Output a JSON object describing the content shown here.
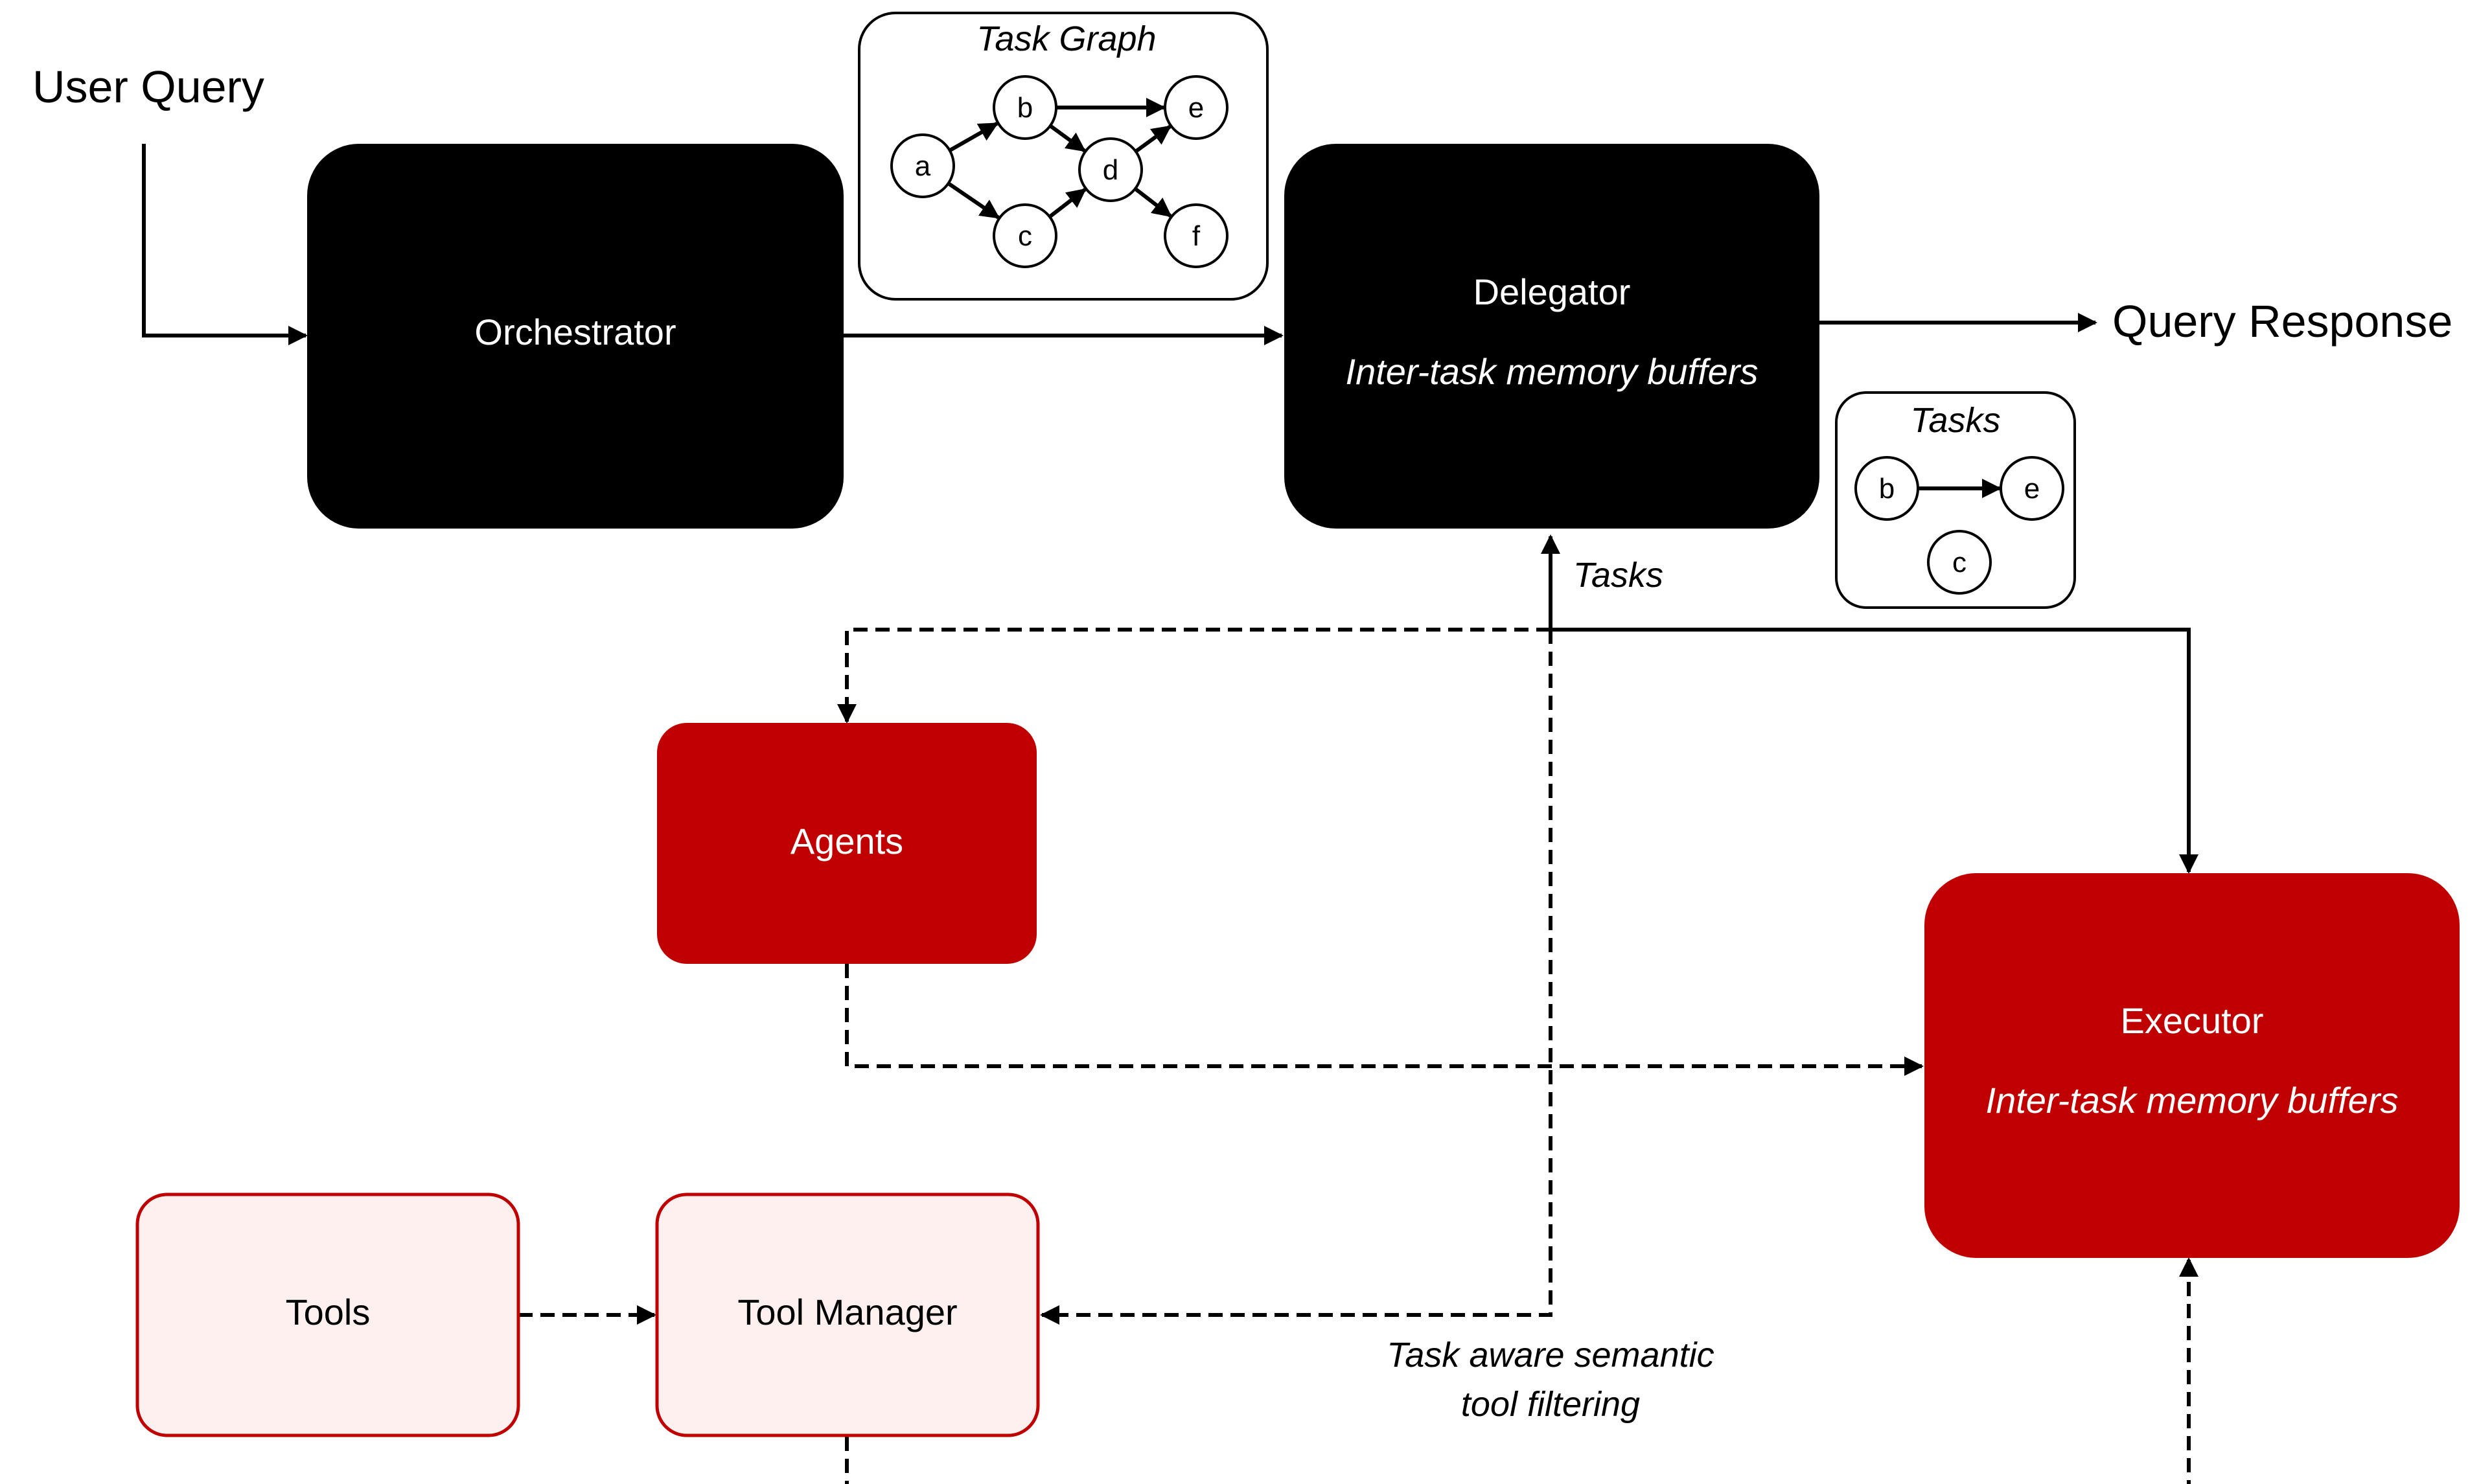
{
  "labels": {
    "user_query": "User Query",
    "query_response": "Query Response",
    "tasks_edge": "Tasks",
    "filtering_line1": "Task aware semantic",
    "filtering_line2": "tool filtering"
  },
  "nodes": {
    "orchestrator": "Orchestrator",
    "delegator": "Delegator",
    "delegator_sub": "Inter-task memory buffers",
    "agents": "Agents",
    "executor": "Executor",
    "executor_sub": "Inter-task memory buffers",
    "tools": "Tools",
    "tool_manager": "Tool Manager"
  },
  "task_graph": {
    "title": "Task Graph",
    "nodes": [
      "a",
      "b",
      "c",
      "d",
      "e",
      "f"
    ],
    "edges": [
      [
        "a",
        "b"
      ],
      [
        "a",
        "c"
      ],
      [
        "b",
        "d"
      ],
      [
        "c",
        "d"
      ],
      [
        "b",
        "e"
      ],
      [
        "d",
        "e"
      ],
      [
        "d",
        "f"
      ]
    ]
  },
  "tasks_panel": {
    "title": "Tasks",
    "nodes": [
      "b",
      "e",
      "c"
    ],
    "edges": [
      [
        "b",
        "e"
      ]
    ]
  },
  "colors": {
    "black_box": "#000000",
    "red_box": "#c00000",
    "pink_box": "#fff0f0",
    "pink_border": "#c00000"
  }
}
